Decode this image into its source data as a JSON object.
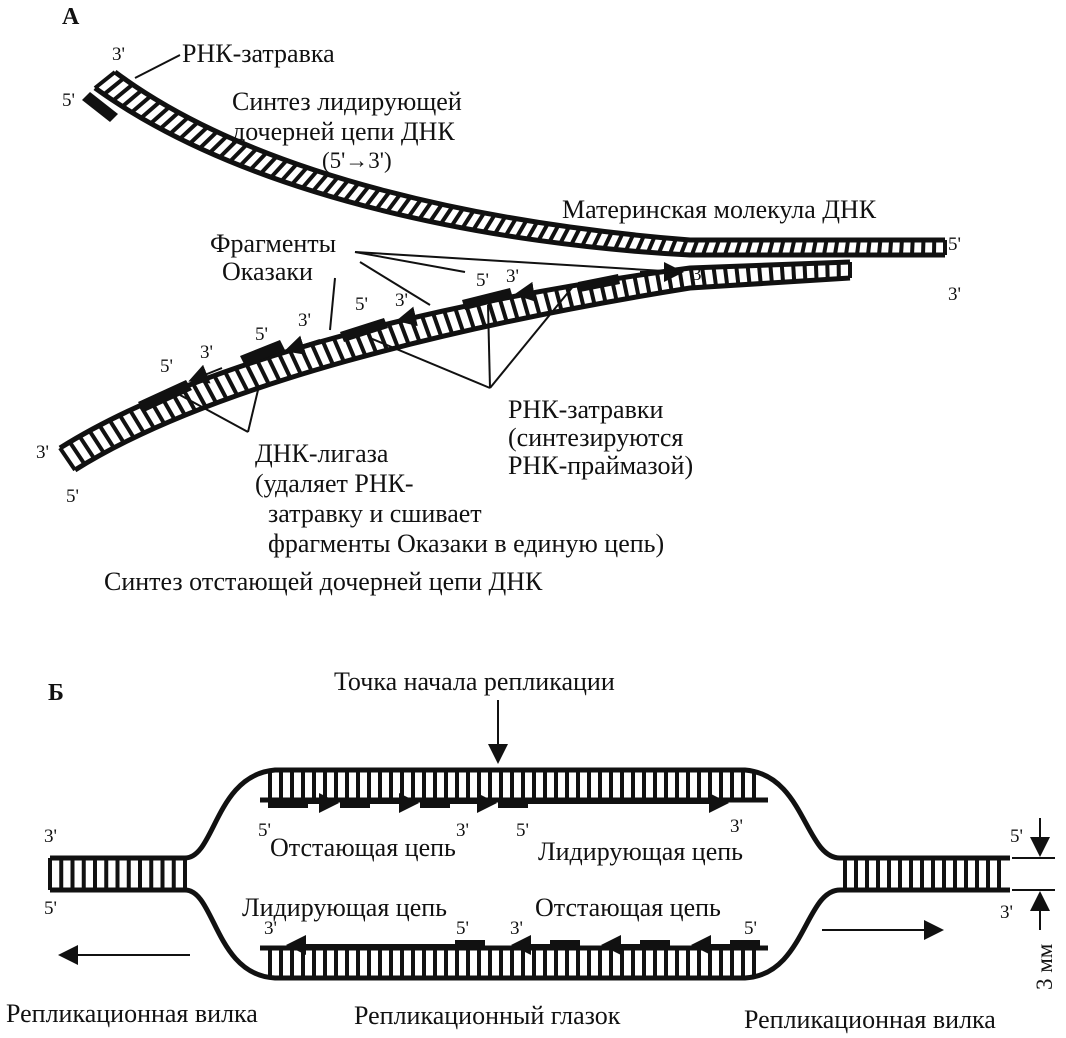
{
  "panel_a": {
    "header": "А",
    "rna_primer_top": "РНК-затравка",
    "leading_line1": "Синтез лидирующей",
    "leading_line2": "дочерней цепи ДНК",
    "leading_dir": "(5'→3')",
    "parent_molecule": "Материнская молекула ДНК",
    "okazaki_line1": "Фрагменты",
    "okazaki_line2": "Оказаки",
    "primers_line1": "РНК-затравки",
    "primers_line2": "(синтезируются",
    "primers_line3": "РНК-праймазой)",
    "ligase_line1": "ДНК-лигаза",
    "ligase_line2": "(удаляет РНК-",
    "ligase_line3": "затравку и сшивает",
    "ligase_line4": "фрагменты Оказаки в единую цепь)",
    "lagging_title": "Синтез отстающей дочерней цепи ДНК",
    "end_3": "3'",
    "end_5": "5'"
  },
  "panel_b": {
    "header": "Б",
    "origin": "Точка начала репликации",
    "lagging_top": "Отстающая цепь",
    "leading_top": "Лидирующая цепь",
    "leading_bottom": "Лидирующая цепь",
    "lagging_bottom": "Отстающая цепь",
    "fork_left": "Репликационная вилка",
    "bubble": "Репликационный глазок",
    "fork_right": "Репликационная вилка",
    "scale": "3 мм",
    "end_3": "3'",
    "end_5": "5'"
  }
}
